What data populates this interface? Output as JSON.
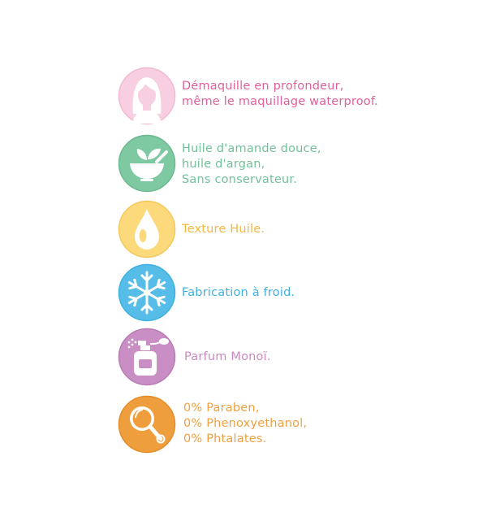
{
  "features": [
    {
      "icon": "woman-face-icon",
      "color": "#e0609c",
      "circle_color": "#f8cfe0",
      "lines": [
        "Démaquille en profondeur,",
        "même le maquillage waterproof."
      ]
    },
    {
      "icon": "leaves-mortar-bowl-icon",
      "color": "#72c19a",
      "circle_color": "#7ec8a2",
      "lines": [
        "Huile d'amande douce,",
        "huile d'argan,",
        "Sans conservateur."
      ]
    },
    {
      "icon": "oil-drop-icon",
      "color": "#f6b73c",
      "circle_color": "#fcd97a",
      "lines": [
        "Texture Huile."
      ]
    },
    {
      "icon": "snowflake-icon",
      "color": "#3fb2e3",
      "circle_color": "#56bde8",
      "lines": [
        "Fabrication à froid."
      ]
    },
    {
      "icon": "perfume-bottle-icon",
      "color": "#c88bc0",
      "circle_color": "#c98fc4",
      "lines": [
        "Parfum Monoï."
      ]
    },
    {
      "icon": "magnifying-glass-icon",
      "color": "#eea042",
      "circle_color": "#ef9e3e",
      "lines": [
        "0% Paraben,",
        "0% Phenoxyethanol,",
        "0% Phtalates."
      ]
    }
  ]
}
